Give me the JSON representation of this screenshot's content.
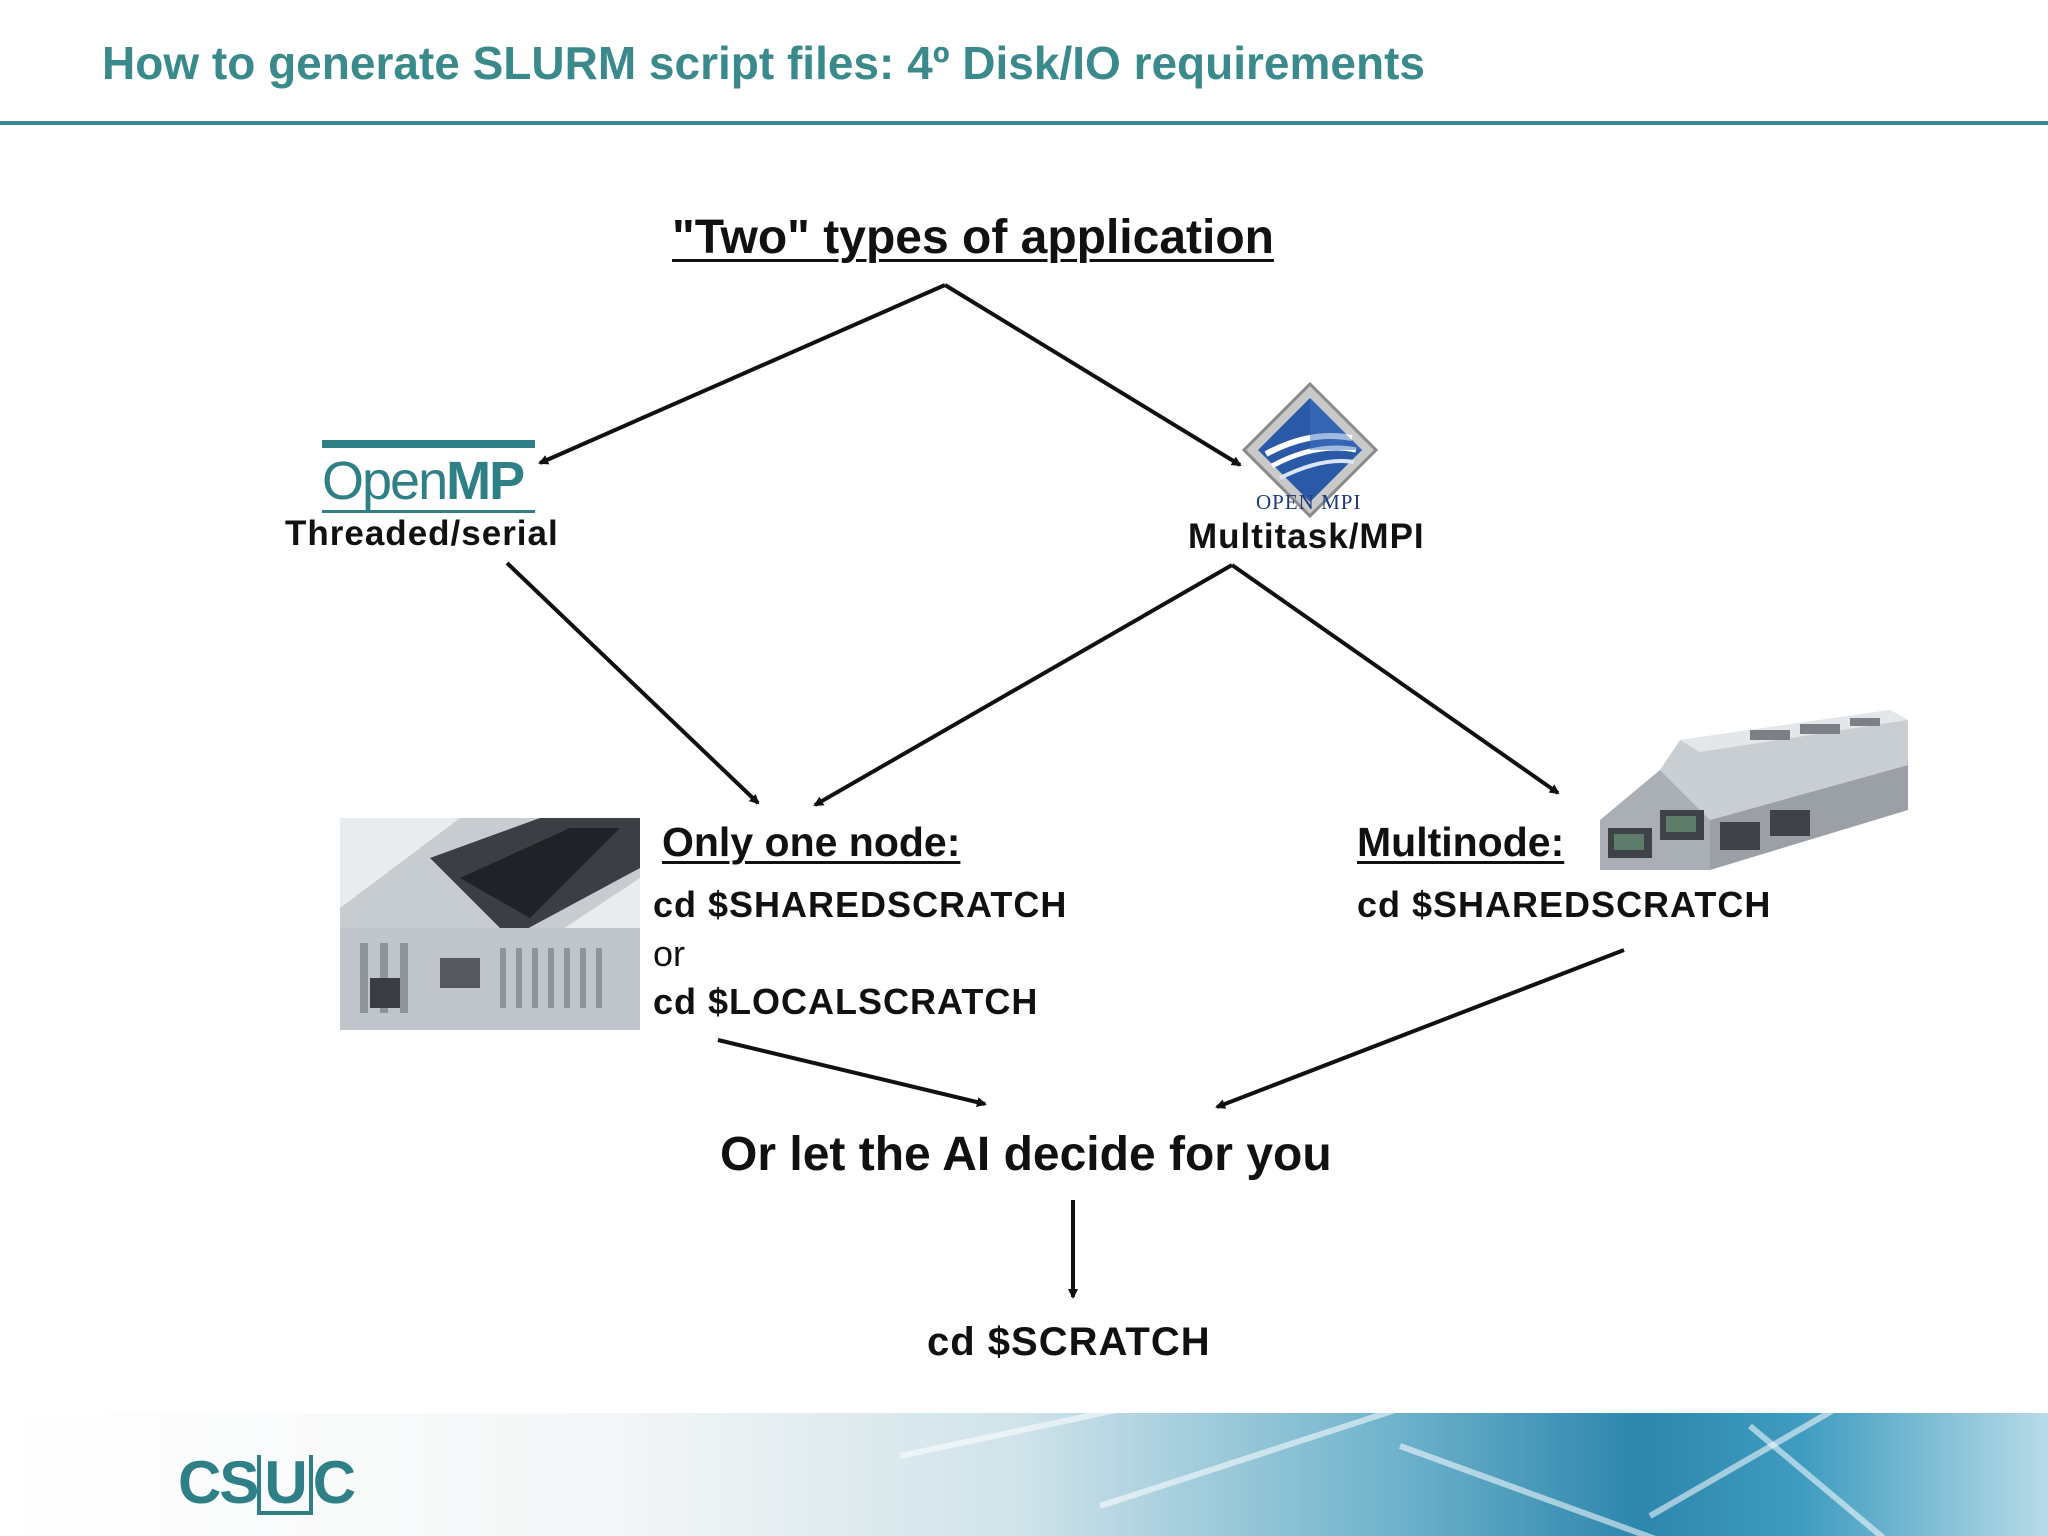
{
  "slide": {
    "title": "How to generate SLURM script files: 4º Disk/IO requirements"
  },
  "diagram": {
    "root_heading": "\"Two\" types of application",
    "openmp": {
      "logo_text_plain": "Open",
      "logo_text_bold": "MP",
      "label": "Threaded/serial"
    },
    "openmpi": {
      "logo_caption": "OPEN MPI",
      "label": "Multitask/MPI"
    },
    "single_node": {
      "heading": "Only one node:",
      "cmd1": "cd $SHAREDSCRATCH",
      "or": "or",
      "cmd2": "cd $LOCALSCRATCH"
    },
    "multinode": {
      "heading": "Multinode:",
      "cmd": "cd $SHAREDSCRATCH"
    },
    "ai_decide": "Or let the AI decide for you",
    "final_cmd": "cd $SCRATCH"
  },
  "footer": {
    "logo_c": "CS",
    "logo_u": "U",
    "logo_end": "C"
  },
  "colors": {
    "accent": "#3a8a8c",
    "logo_teal": "#2e7f86",
    "mpi_blue": "#1f3a78"
  }
}
